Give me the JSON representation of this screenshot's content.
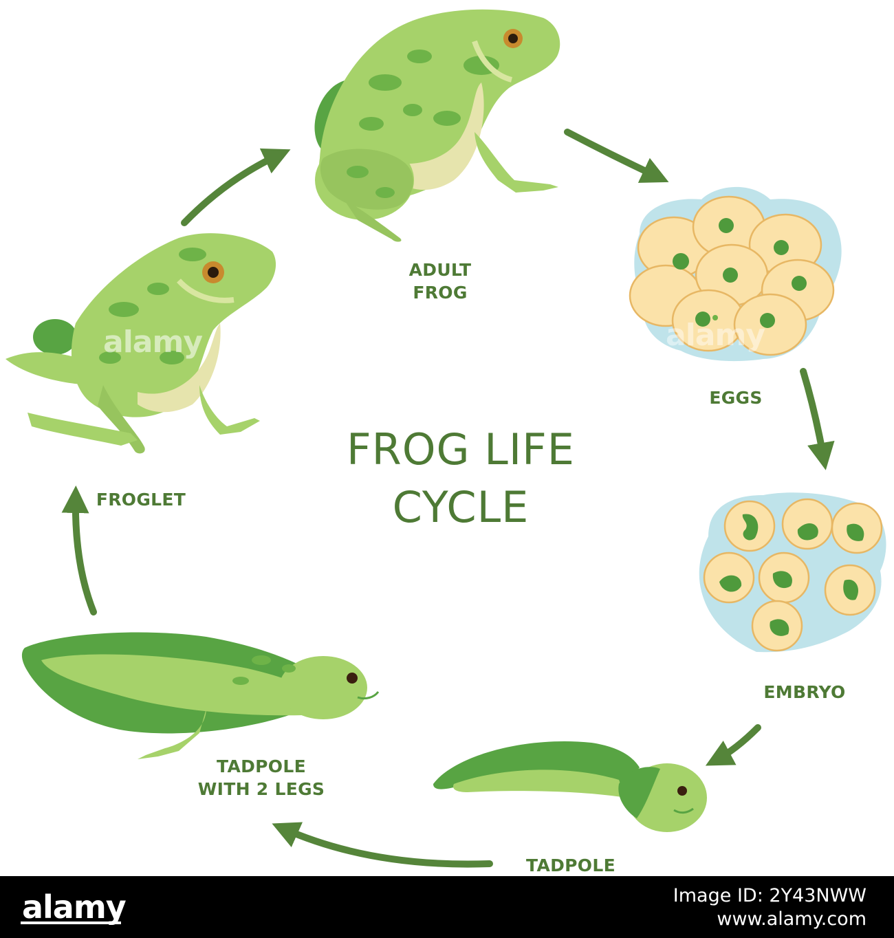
{
  "title": "FROG LIFE\nCYCLE",
  "stages": {
    "adult": "ADULT\nFROG",
    "eggs": "EGGS",
    "embryo": "EMBRYO",
    "tadpole": "TADPOLE",
    "tadpole_legs": "TADPOLE\nWITH 2 LEGS",
    "froglet": "FROGLET"
  },
  "watermark": "alamy",
  "footer": {
    "logo": "alamy",
    "image_id": "Image ID: 2Y43NWW",
    "url": "www.alamy.com"
  },
  "colors": {
    "text_green": "#4e7a35",
    "arrow_green": "#55853a",
    "frog_light": "#a6d26a",
    "frog_dark": "#58a443",
    "egg_yellow": "#fbe2a9",
    "egg_jelly": "#bfe3ea"
  }
}
